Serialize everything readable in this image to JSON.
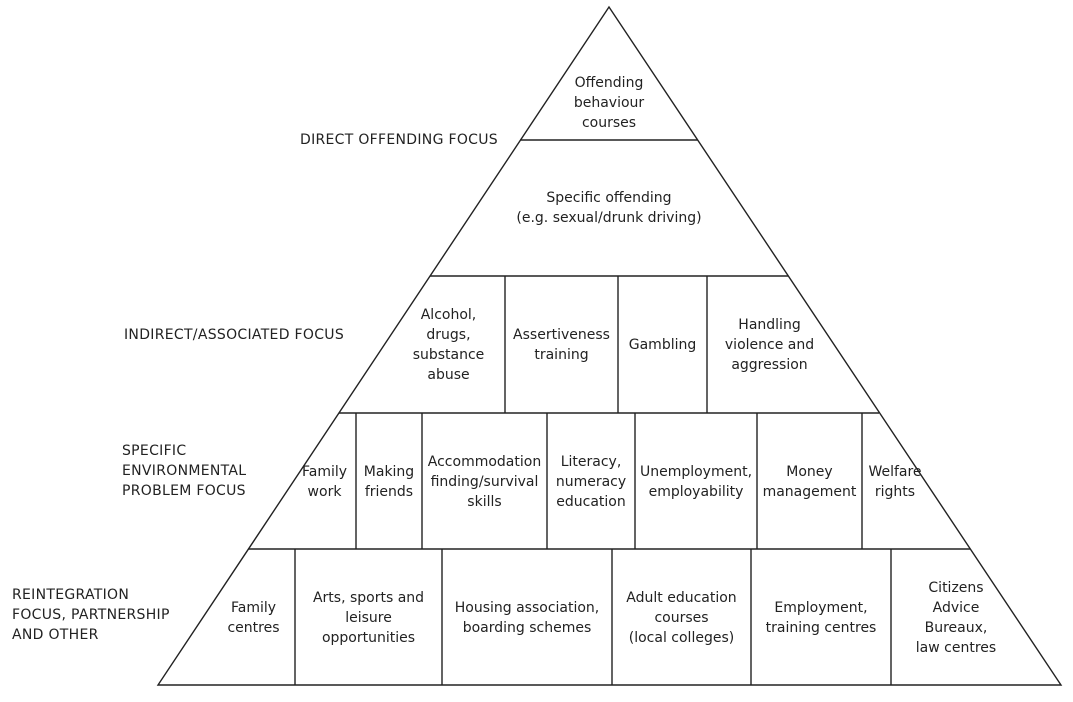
{
  "side_labels": {
    "direct": "DIRECT OFFENDING FOCUS",
    "indirect": "INDIRECT/ASSOCIATED FOCUS",
    "environmental": "SPECIFIC\nENVIRONMENTAL\nPROBLEM FOCUS",
    "reintegration": "REINTEGRATION\nFOCUS, PARTNERSHIP\nAND OTHER"
  },
  "tiers": {
    "top": {
      "offending_behaviour": "Offending\nbehaviour\ncourses"
    },
    "specific": {
      "specific_offending": "Specific offending\n(e.g. sexual/drunk driving)"
    },
    "indirect": {
      "alcohol": "Alcohol,\ndrugs,\nsubstance\nabuse",
      "assertiveness": "Assertiveness\ntraining",
      "gambling": "Gambling",
      "violence": "Handling\nviolence and\naggression"
    },
    "environmental": {
      "family_work": "Family\nwork",
      "making_friends": "Making\nfriends",
      "accommodation": "Accommodation\nfinding/survival\nskills",
      "literacy": "Literacy,\nnumeracy\neducation",
      "unemployment": "Unemployment,\nemployability",
      "money": "Money\nmanagement",
      "welfare": "Welfare\nrights"
    },
    "reintegration": {
      "family_centres": "Family\ncentres",
      "arts": "Arts, sports and\nleisure\nopportunities",
      "housing": "Housing association,\nboarding schemes",
      "adult_education": "Adult education\ncourses\n(local colleges)",
      "employment": "Employment,\ntraining centres",
      "citizens_advice": "Citizens\nAdvice\nBureaux,\nlaw centres"
    }
  }
}
